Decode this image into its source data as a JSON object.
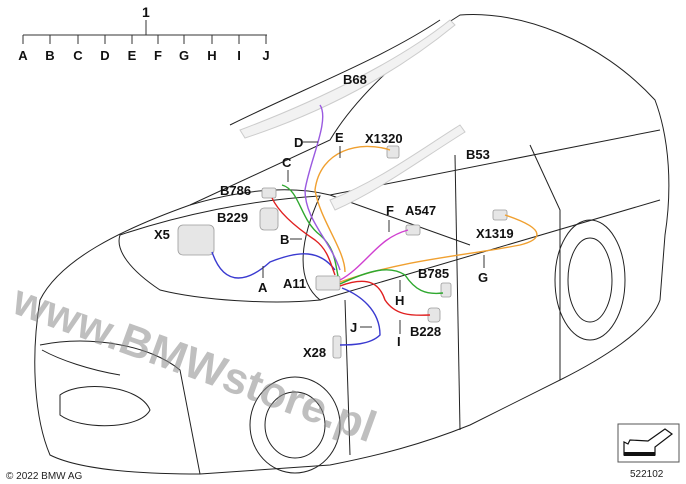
{
  "assembly_label": "1",
  "tree_labels": [
    "A",
    "B",
    "C",
    "D",
    "E",
    "F",
    "G",
    "H",
    "I",
    "J"
  ],
  "callouts": {
    "B68": "B68",
    "D": "D",
    "E": "E",
    "X1320": "X1320",
    "B53": "B53",
    "C": "C",
    "B786": "B786",
    "F": "F",
    "A547": "A547",
    "B229": "B229",
    "X5": "X5",
    "X1319": "X1319",
    "B": "B",
    "A11": "A11",
    "G": "G",
    "B785": "B785",
    "A": "A",
    "H": "H",
    "J": "J",
    "B228": "B228",
    "I": "I",
    "X28": "X28"
  },
  "watermark": "www.BMWstore.pl",
  "copyright": "© 2022 BMW AG",
  "diagram_number": "522102",
  "colors": {
    "blue": "#3a3ad0",
    "red": "#e02020",
    "green": "#2fa82f",
    "purple": "#9a5ae0",
    "orange": "#f0a030",
    "magenta": "#d040d0"
  }
}
